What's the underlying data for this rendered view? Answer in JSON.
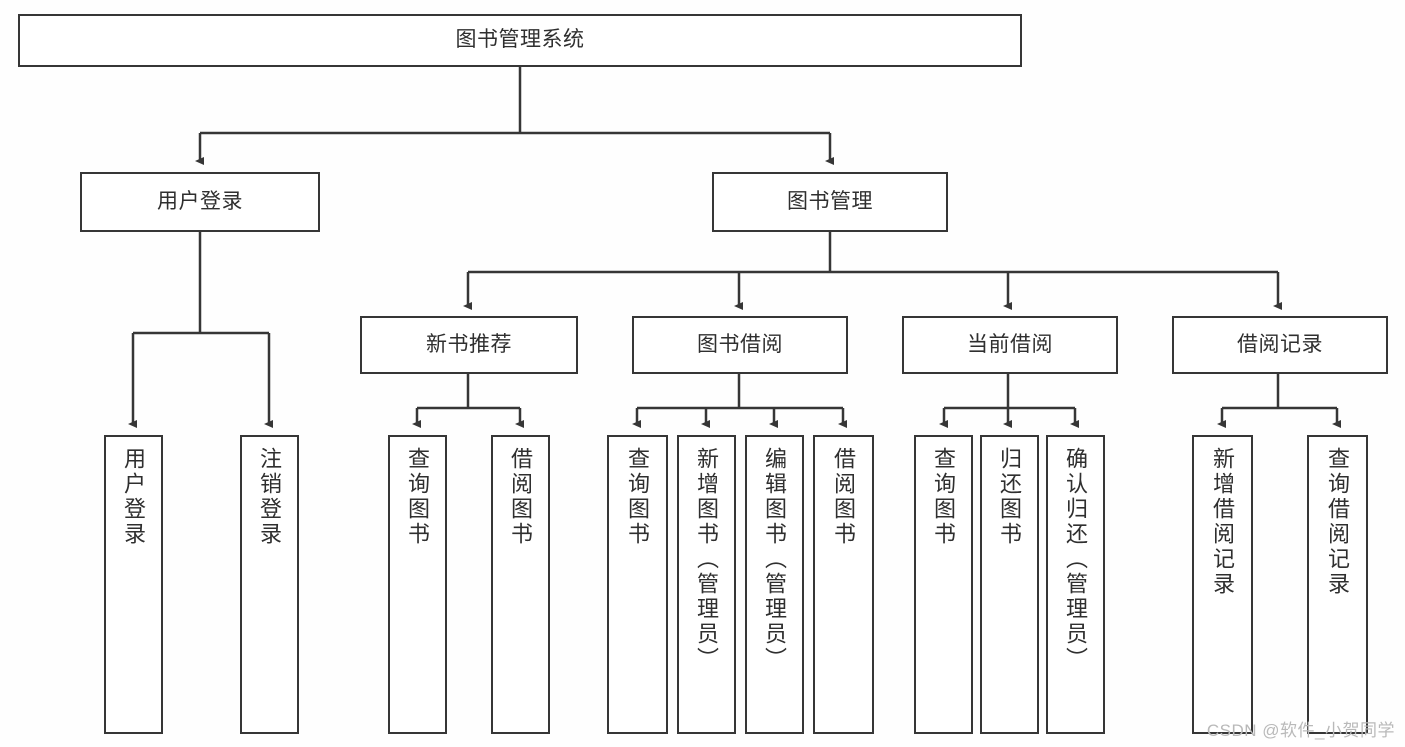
{
  "diagram": {
    "type": "tree-hierarchy-chart",
    "title": "图书管理系统",
    "style": {
      "box_border_color": "#363636",
      "box_fill_color": "#ffffff",
      "line_color": "#363636",
      "text_color": "#2f2f2f",
      "background": "#fefefe",
      "watermark_color": "#b9b9b9"
    },
    "levels": {
      "root": {
        "label": "图书管理系统"
      },
      "level1": [
        {
          "label": "用户登录"
        },
        {
          "label": "图书管理"
        }
      ],
      "level2": [
        {
          "label": "新书推荐"
        },
        {
          "label": "图书借阅"
        },
        {
          "label": "当前借阅"
        },
        {
          "label": "借阅记录"
        }
      ],
      "leaves": {
        "user_login": [
          {
            "label": "用户登录"
          },
          {
            "label": "注销登录"
          }
        ],
        "new_book_recommend": [
          {
            "label": "查询图书"
          },
          {
            "label": "借阅图书"
          }
        ],
        "book_borrow": [
          {
            "label": "查询图书"
          },
          {
            "label": "新增图书（管理员）"
          },
          {
            "label": "编辑图书（管理员）"
          },
          {
            "label": "借阅图书"
          }
        ],
        "current_borrow": [
          {
            "label": "查询图书"
          },
          {
            "label": "归还图书"
          },
          {
            "label": "确认归还（管理员）"
          }
        ],
        "borrow_record": [
          {
            "label": "新增借阅记录"
          },
          {
            "label": "查询借阅记录"
          }
        ]
      }
    }
  },
  "watermark": {
    "text": "CSDN @软件_小贺同学"
  }
}
